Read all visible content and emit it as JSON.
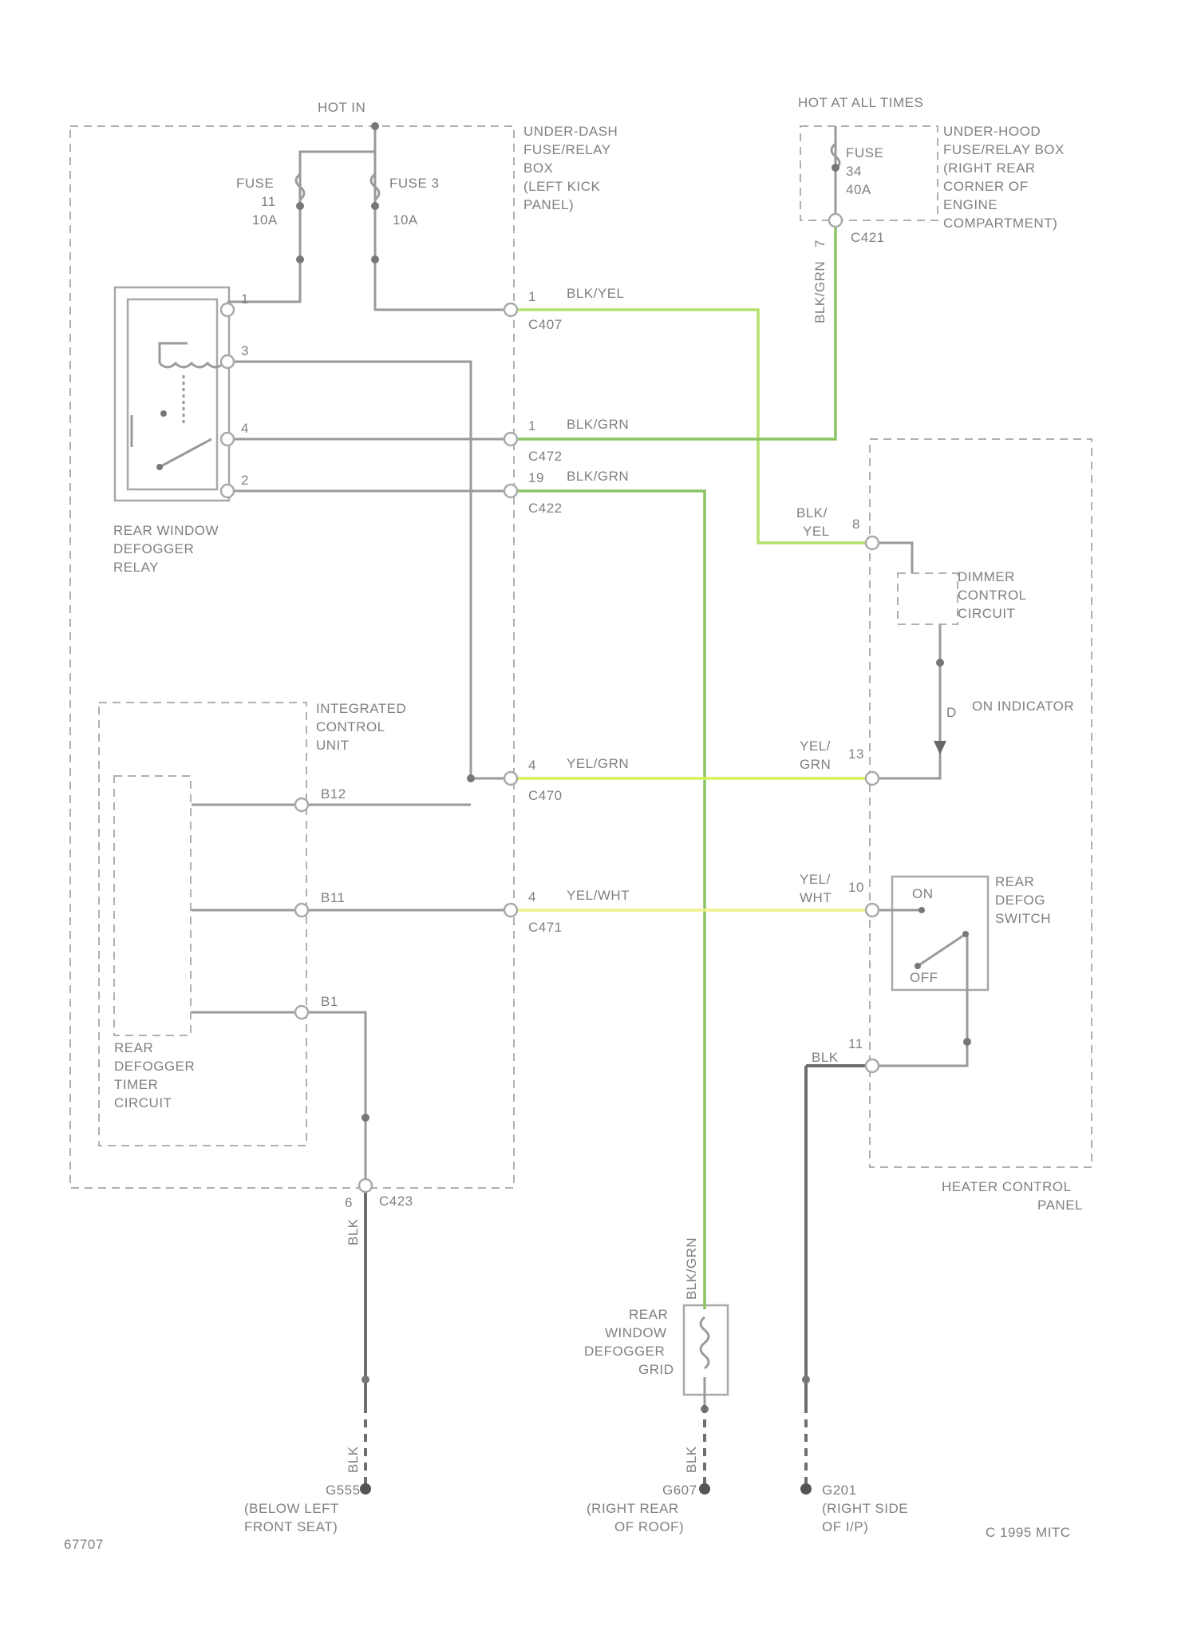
{
  "title": {
    "hot_in": "HOT IN",
    "hot_at_all_times": "HOT AT ALL TIMES"
  },
  "under_dash_box": [
    "UNDER-DASH",
    "FUSE/RELAY",
    "BOX",
    "(LEFT KICK",
    "PANEL)"
  ],
  "under_hood_box": [
    "UNDER-HOOD",
    "FUSE/RELAY BOX",
    "(RIGHT REAR",
    "CORNER OF",
    "ENGINE",
    "COMPARTMENT)"
  ],
  "fuses": {
    "fuse11": [
      "FUSE",
      "11",
      "10A"
    ],
    "fuse3": [
      "FUSE 3",
      "10A"
    ],
    "fuse34": [
      "FUSE",
      "34",
      "40A"
    ]
  },
  "relay_label": [
    "REAR WINDOW",
    "DEFOGGER",
    "RELAY"
  ],
  "relay_pins": [
    "1",
    "3",
    "4",
    "2"
  ],
  "icu_label": [
    "INTEGRATED",
    "CONTROL",
    "UNIT"
  ],
  "timer_label": [
    "REAR",
    "DEFOGGER",
    "TIMER",
    "CIRCUIT"
  ],
  "heater_panel_label": [
    "HEATER CONTROL",
    "PANEL"
  ],
  "dimmer_label": [
    "DIMMER",
    "CONTROL",
    "CIRCUIT"
  ],
  "on_indicator": "ON INDICATOR",
  "switch_label": [
    "REAR",
    "DEFOG",
    "SWITCH"
  ],
  "switch_states": {
    "on": "ON",
    "off": "OFF"
  },
  "grid_label": [
    "REAR",
    "WINDOW",
    "DEFOGGER",
    "GRID"
  ],
  "connectors": {
    "c407": "C407",
    "c421": "C421",
    "c472": "C472",
    "c422": "C422",
    "c470": "C470",
    "c471": "C471",
    "c423": "C423"
  },
  "pin_numbers": {
    "c407_pin": "1",
    "c472_pin": "1",
    "c422_pin": "19",
    "c470_pin": "4",
    "c471_pin": "4",
    "c421_pin": "7",
    "hc_pin8": "8",
    "hc_pin13": "13",
    "hc_pin10": "10",
    "hc_pin11": "11",
    "c423_pin": "6",
    "icu_b12": "B12",
    "icu_b11": "B11",
    "icu_b1": "B1"
  },
  "wire_labels": {
    "blk_yel": "BLK/YEL",
    "blk_grn_1": "BLK/GRN",
    "blk_grn_2": "BLK/GRN",
    "blk_grn_vert": "BLK/GRN",
    "blk_grn_grid": "BLK/GRN",
    "yel_grn": "YEL/GRN",
    "yel_wht": "YEL/WHT",
    "hc_blk_yel": [
      "BLK/",
      "YEL"
    ],
    "hc_yel_grn": [
      "YEL/",
      "GRN"
    ],
    "hc_yel_wht": [
      "YEL/",
      "WHT"
    ],
    "hc_blk": "BLK",
    "blk_left": "BLK",
    "blk_left_low": "BLK",
    "blk_grid_low": "BLK",
    "led_pin": "D"
  },
  "grounds": {
    "g555": [
      "G555",
      "(BELOW LEFT",
      "FRONT SEAT)"
    ],
    "g607": [
      "G607",
      "(RIGHT REAR",
      "OF ROOF)"
    ],
    "g201": [
      "G201",
      "(RIGHT SIDE",
      "OF I/P)"
    ]
  },
  "figure_id": "67707",
  "copyright": "C  1995 MITC",
  "colors": {
    "yellow_green_wire": "#b2e26a",
    "green_wire": "#8cc463",
    "yellow_wire": "#e8f17c",
    "wire_gray": "#9a9a9a"
  }
}
